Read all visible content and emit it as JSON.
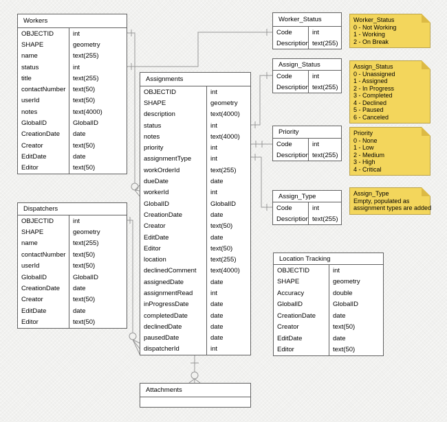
{
  "colors": {
    "background": "#f1f1ef",
    "table_border": "#5f5f5f",
    "table_fill": "#ffffff",
    "connector": "#979797",
    "note_fill": "#f3d65c",
    "note_fold": "#dcba44",
    "note_border": "#b9a24b",
    "text": "#000000"
  },
  "tables": {
    "workers": {
      "title": "Workers",
      "fields": [
        {
          "name": "OBJECTID",
          "type": "int"
        },
        {
          "name": "SHAPE",
          "type": "geometry"
        },
        {
          "name": "name",
          "type": "text(255)"
        },
        {
          "name": "status",
          "type": "int"
        },
        {
          "name": "title",
          "type": "text(255)"
        },
        {
          "name": "contactNumber",
          "type": "text(50)"
        },
        {
          "name": "userId",
          "type": "text(50)"
        },
        {
          "name": "notes",
          "type": "text(4000)"
        },
        {
          "name": "GlobalID",
          "type": "GlobalID"
        },
        {
          "name": "CreationDate",
          "type": "date"
        },
        {
          "name": "Creator",
          "type": "text(50)"
        },
        {
          "name": "EditDate",
          "type": "date"
        },
        {
          "name": "Editor",
          "type": "text(50)"
        }
      ]
    },
    "dispatchers": {
      "title": "Dispatchers",
      "fields": [
        {
          "name": "OBJECTID",
          "type": "int"
        },
        {
          "name": "SHAPE",
          "type": "geometry"
        },
        {
          "name": "name",
          "type": "text(255)"
        },
        {
          "name": "contactNumber",
          "type": "text(50)"
        },
        {
          "name": "userId",
          "type": "text(50)"
        },
        {
          "name": "GlobalID",
          "type": "GlobalID"
        },
        {
          "name": "CreationDate",
          "type": "date"
        },
        {
          "name": "Creator",
          "type": "text(50)"
        },
        {
          "name": "EditDate",
          "type": "date"
        },
        {
          "name": "Editor",
          "type": "text(50)"
        }
      ]
    },
    "assignments": {
      "title": "Assignments",
      "fields": [
        {
          "name": "OBJECTID",
          "type": "int"
        },
        {
          "name": "SHAPE",
          "type": "geometry"
        },
        {
          "name": "description",
          "type": "text(4000)"
        },
        {
          "name": "status",
          "type": "int"
        },
        {
          "name": "notes",
          "type": "text(4000)"
        },
        {
          "name": "priority",
          "type": "int"
        },
        {
          "name": "assignmentType",
          "type": "int"
        },
        {
          "name": "workOrderId",
          "type": "text(255)"
        },
        {
          "name": "dueDate",
          "type": "date"
        },
        {
          "name": "workerId",
          "type": "int"
        },
        {
          "name": "GlobalID",
          "type": "GlobalID"
        },
        {
          "name": "CreationDate",
          "type": "date"
        },
        {
          "name": "Creator",
          "type": "text(50)"
        },
        {
          "name": "EditDate",
          "type": "date"
        },
        {
          "name": "Editor",
          "type": "text(50)"
        },
        {
          "name": "location",
          "type": "text(255)"
        },
        {
          "name": "declinedComment",
          "type": "text(4000)"
        },
        {
          "name": "assignedDate",
          "type": "date"
        },
        {
          "name": "assignmentRead",
          "type": "int"
        },
        {
          "name": "inProgressDate",
          "type": "date"
        },
        {
          "name": "completedDate",
          "type": "date"
        },
        {
          "name": "declinedDate",
          "type": "date"
        },
        {
          "name": "pausedDate",
          "type": "date"
        },
        {
          "name": "dispatcherId",
          "type": "int"
        }
      ]
    },
    "worker_status": {
      "title": "Worker_Status",
      "fields": [
        {
          "name": "Code",
          "type": "int"
        },
        {
          "name": "Description",
          "type": "text(255)"
        }
      ]
    },
    "assign_status": {
      "title": "Assign_Status",
      "fields": [
        {
          "name": "Code",
          "type": "int"
        },
        {
          "name": "Description",
          "type": "text(255)"
        }
      ]
    },
    "priority": {
      "title": "Priority",
      "fields": [
        {
          "name": "Code",
          "type": "int"
        },
        {
          "name": "Description",
          "type": "text(255)"
        }
      ]
    },
    "assign_type": {
      "title": "Assign_Type",
      "fields": [
        {
          "name": "Code",
          "type": "int"
        },
        {
          "name": "Description",
          "type": "text(255)"
        }
      ]
    },
    "location_tracking": {
      "title": "Location Tracking",
      "fields": [
        {
          "name": "OBJECTID",
          "type": "int"
        },
        {
          "name": "SHAPE",
          "type": "geometry"
        },
        {
          "name": "Accuracy",
          "type": "double"
        },
        {
          "name": "GlobalID",
          "type": "GlobalID"
        },
        {
          "name": "CreationDate",
          "type": "date"
        },
        {
          "name": "Creator",
          "type": "text(50)"
        },
        {
          "name": "EditDate",
          "type": "date"
        },
        {
          "name": "Editor",
          "type": "text(50)"
        }
      ]
    },
    "attachments": {
      "title": "Attachments",
      "fields": []
    }
  },
  "notes": {
    "worker_status": {
      "title": "Worker_Status",
      "lines": [
        "0 - Not Working",
        "1 - Working",
        "2 - On Break"
      ]
    },
    "assign_status": {
      "title": "Assign_Status",
      "lines": [
        "0 - Unassigned",
        "1 - Assigned",
        "2 - In Progress",
        "3 - Completed",
        "4 - Declined",
        "5 - Paused",
        "6 - Canceled"
      ]
    },
    "priority": {
      "title": "Priority",
      "lines": [
        "0 - None",
        "1 - Low",
        "2 - Medium",
        "3 - High",
        "4 - Critical"
      ]
    },
    "assign_type": {
      "title": "Assign_Type",
      "lines": [
        "Empty, populated as",
        "assignment types are added"
      ]
    }
  }
}
